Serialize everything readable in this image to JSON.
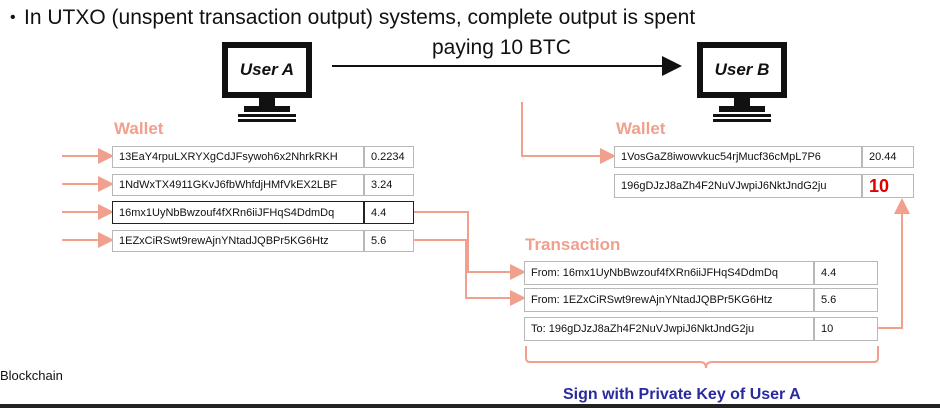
{
  "bullet": "In UTXO (unspent transaction output) systems, complete output is spent",
  "paying": "paying 10 BTC",
  "user_a": "User A",
  "user_b": "User B",
  "wallet_a": {
    "title": "Wallet",
    "rows": [
      {
        "address": "13EaY4rpuLXRYXgCdJFsywoh6x2NhrkRKH",
        "amount": "0.2234"
      },
      {
        "address": "1NdWxTX4911GKvJ6fbWhfdjHMfVkEX2LBF",
        "amount": "3.24"
      },
      {
        "address": "16mx1UyNbBwzouf4fXRn6iiJFHqS4DdmDq",
        "amount": "4.4"
      },
      {
        "address": "1EZxCiRSwt9rewAjnYNtadJQBPr5KG6Htz",
        "amount": "5.6"
      }
    ]
  },
  "wallet_b": {
    "title": "Wallet",
    "rows": [
      {
        "address": "1VosGaZ8iwowvkuc54rjMucf36cMpL7P6",
        "amount": "20.44"
      },
      {
        "address": "196gDJzJ8aZh4F2NuVJwpiJ6NktJndG2ju",
        "amount": "10"
      }
    ]
  },
  "transaction": {
    "title": "Transaction",
    "rows": [
      {
        "label": "From: 16mx1UyNbBwzouf4fXRn6iiJFHqS4DdmDq",
        "amount": "4.4"
      },
      {
        "label": "From: 1EZxCiRSwt9rewAjnYNtadJQBPr5KG6Htz",
        "amount": "5.6"
      },
      {
        "label": "To: 196gDJzJ8aZh4F2NuVJwpiJ6NktJndG2ju",
        "amount": "10"
      }
    ]
  },
  "sign": "Sign with Private Key of User A",
  "footer": "Blockchain",
  "colors": {
    "salmon": "#f0a08c",
    "red": "#e00000",
    "blue": "#2a2aa0"
  }
}
